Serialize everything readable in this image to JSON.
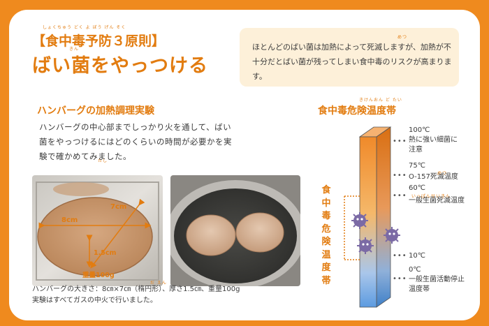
{
  "header": {
    "ruby_1": "しょくちゅう どく よ ぼう    げん そく",
    "title_1": "【食中毒予防３原則】",
    "ruby_2": "きん",
    "title_2": "ばい菌をやっつける"
  },
  "intro": {
    "ruby": "めつ",
    "text": "ほとんどのばい菌は加熱によって死滅しますが、加熱が不十分だとばい菌が残ってしまい食中毒のリスクが高まります。"
  },
  "experiment": {
    "heading": "ハンバーグの加熱調理実験",
    "body_ruby": "たし",
    "body": "ハンバーグの中心部までしっかり火を通して、ばい菌をやっつけるにはどのくらいの時間が必要かを実験で確かめてみました。",
    "photo_labels": {
      "width": "8cm",
      "depth": "7cm",
      "thickness": "1.5cm",
      "weight": "重量100g"
    },
    "caption_ruby": "だ えん",
    "caption_line1": "ハンバーグの大きさ：8㎝×7㎝（楕円形）、厚さ1.5㎝、重量100g",
    "caption_line2": "実験はすべてガスの中火で行いました。"
  },
  "temperature": {
    "heading_ruby": "きけんおん ど たい",
    "heading": "食中毒危険温度帯",
    "vertical_label": "食中毒危険温度帯",
    "labels": {
      "t100": "100℃",
      "t100_desc1": "熱に強い細菌に",
      "t100_desc2": "注意",
      "t75": "75℃",
      "t75_desc": "O-157死滅温度",
      "t75_ruby": "めつ",
      "t60": "60℃",
      "t60_desc": "一般生菌死滅温度",
      "t60_ruby": "いっぱんせいきん",
      "t10": "10℃",
      "t0": "0℃",
      "t0_desc1": "一般生菌活動停止",
      "t0_desc2": "温度帯"
    }
  },
  "colors": {
    "accent": "#ef8a1e",
    "accent_text": "#e27c10",
    "note_bg": "#fdf0d9",
    "germ": "#7b6aa5"
  }
}
